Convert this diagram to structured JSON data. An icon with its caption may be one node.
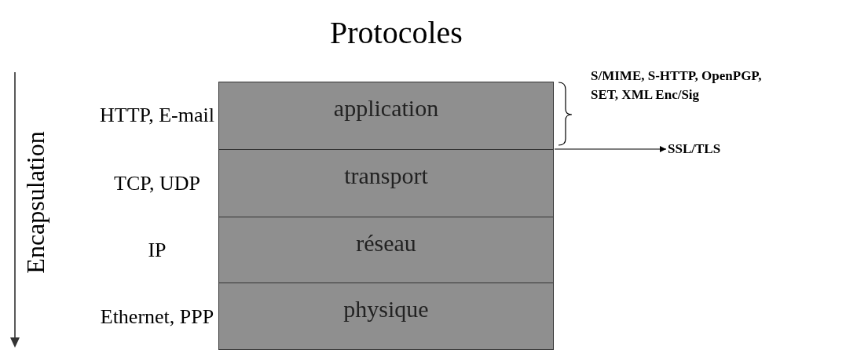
{
  "diagram": {
    "title": "Protocoles",
    "nodes": [
      {
        "text": [
          "application"
        ],
        "beside": [
          "HTTP, E-mail"
        ]
      },
      {
        "text": [
          "transport"
        ],
        "beside": [
          "TCP, UDP"
        ]
      },
      {
        "text": [
          "réseau"
        ],
        "beside": [
          "IP"
        ]
      },
      {
        "text": [
          "physique"
        ],
        "beside": [
          "Ethernet, PPP"
        ]
      },
      {
        "text": [
          "SSL/TLS"
        ]
      }
    ],
    "edges": [
      {
        "from": 0,
        "to": 4,
        "arrow": "to"
      }
    ],
    "labels": [
      "S/MIME, S-HTTP, OpenPGP, SET, XML Enc/Sig",
      "Encapsulation"
    ]
  }
}
